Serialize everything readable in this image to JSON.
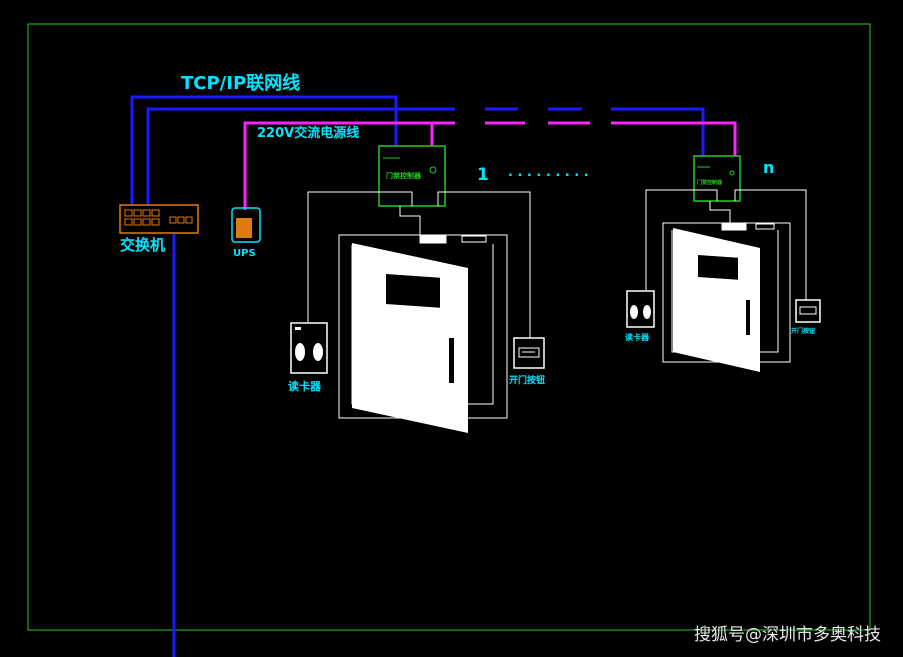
{
  "labels": {
    "network_line": "TCP/IP联网线",
    "power_line": "220V交流电源线",
    "switch": "交换机",
    "ups": "UPS",
    "door_index_1": "1",
    "door_index_n": "n",
    "dots": ". . .   . . .   . . .",
    "card_reader": "读卡器",
    "exit_button": "开门按钮",
    "controller": "门禁控制器"
  },
  "watermark": "搜狐号@深圳市多奥科技",
  "colors": {
    "network": "#1a1aff",
    "power": "#ff22ff",
    "frame": "#22cc22",
    "text_cyan": "#00e5ff",
    "outline": "#ffffff",
    "switch_orange": "#e07a10"
  }
}
